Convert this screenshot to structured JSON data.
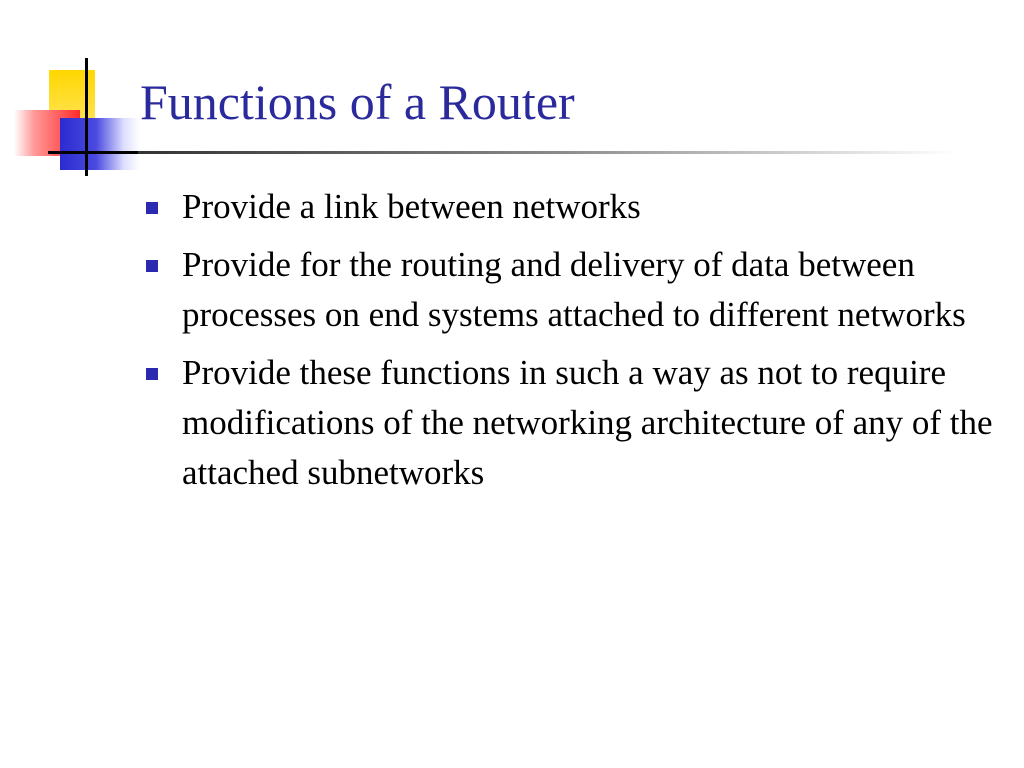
{
  "slide": {
    "title": "Functions of a Router",
    "bullets": [
      "Provide a link between networks",
      "Provide for the routing and delivery of data between processes on end systems attached to different networks",
      "Provide these functions in such a way as not to require modifications of the networking architecture of any of the attached subnetworks"
    ]
  },
  "colors": {
    "title": "#2a2a9c",
    "bullet_marker": "#2a2ab0",
    "accent_yellow": "#ffd700",
    "accent_red": "#ff2a2a",
    "accent_blue": "#2b2bd0"
  },
  "icons": {
    "corner": "corner-squares-decoration",
    "bullet": "square-bullet-icon"
  }
}
